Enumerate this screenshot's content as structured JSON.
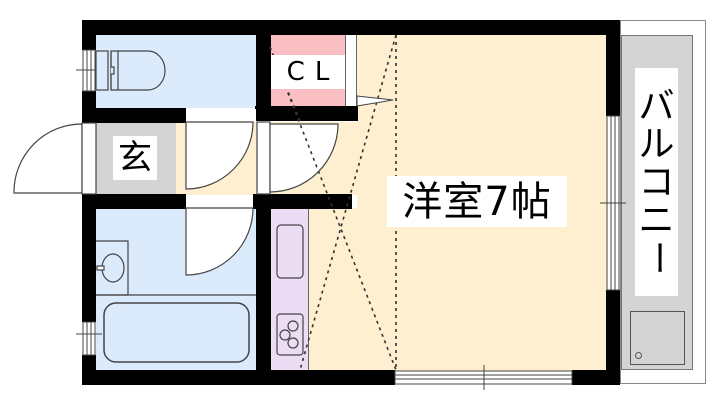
{
  "floor_plan": {
    "type": "apartment-floor-plan",
    "layout": "1K",
    "colors": {
      "wall": "#000000",
      "western_room": "#fdefcf",
      "wet_area": "#dbebfc",
      "entrance": "#d4d4d4",
      "closet": "#fbbfc3",
      "kitchen": "#ecdcf4",
      "balcony": "#d4d4d4",
      "door_swing": "#ffffff"
    },
    "rooms": {
      "western_room": {
        "label": "洋室7帖",
        "name": "Western-style room",
        "size_jo": 7
      },
      "entrance": {
        "label": "玄",
        "name": "Entrance (genkan)"
      },
      "closet": {
        "label": "CL",
        "name": "Closet"
      },
      "balcony": {
        "label": "バルコニー",
        "label_chars": [
          "バ",
          "ル",
          "コ",
          "ニ",
          "ー"
        ],
        "name": "Balcony"
      },
      "toilet": {
        "name": "Toilet"
      },
      "bathroom": {
        "name": "Unit bath with washbasin"
      },
      "kitchen": {
        "name": "Kitchen with sink and 3-burner stove"
      }
    },
    "fixtures": [
      "toilet",
      "washbasin",
      "bathtub",
      "kitchen-sink",
      "stove-3-burner",
      "balcony-drain"
    ]
  }
}
